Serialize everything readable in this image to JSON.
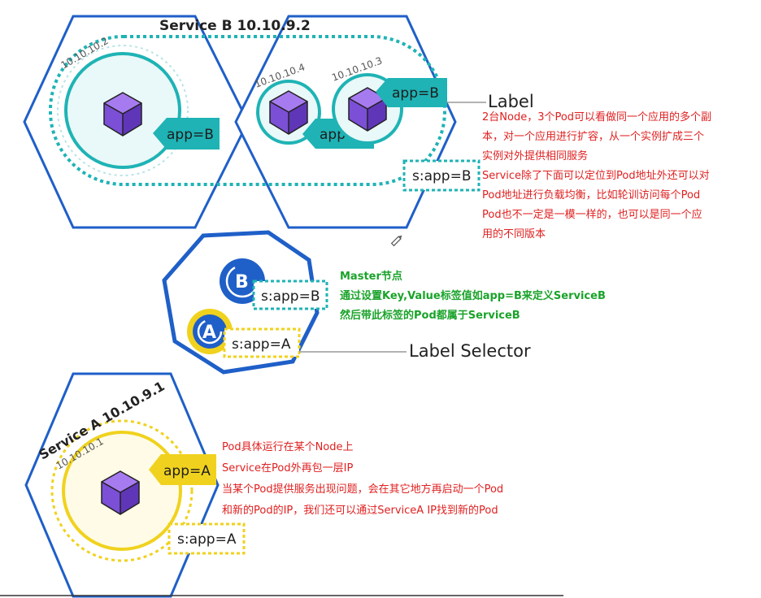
{
  "top": {
    "service_title": "Service B 10.10.9.2",
    "pods": [
      {
        "ip": "10.10.10.2",
        "label": "app=B"
      },
      {
        "ip": "10.10.10.4",
        "label": "app=B"
      },
      {
        "ip": "10.10.10.3",
        "label": "app=B"
      }
    ],
    "service_label": "s:app=B",
    "label_callout": "Label"
  },
  "top_notes": [
    "2台Node，3个Pod可以看做同一个应用的多个副",
    "本，对一个应用进行扩容，从一个实例扩成三个",
    "实例对外提供相同服务",
    "Service除了下面可以定位到Pod地址外还可以对",
    "Pod地址进行负载均衡，比如轮训访问每个Pod",
    "Pod也不一定是一模一样的，也可以是同一个应",
    "用的不同版本"
  ],
  "master": {
    "badge_b": "B",
    "badge_a": "A",
    "selector_b": "s:app=B",
    "selector_a": "s:app=A",
    "selector_callout": "Label Selector"
  },
  "master_notes": [
    "Master节点",
    "通过设置Key,Value标签值如app=B来定义ServiceB",
    "然后带此标签的Pod都属于ServiceB"
  ],
  "bottom": {
    "service_title": "Service A 10.10.9.1",
    "pod_ip": "10.10.10.1",
    "pod_label": "app=A",
    "service_label": "s:app=A"
  },
  "bottom_notes": [
    "Pod具体运行在某个Node上",
    "Service在Pod外再包一层IP",
    "当某个Pod提供服务出现问题，会在其它地方再启动一个Pod",
    "和新的Pod的IP，我们还可以通过ServiceA IP找到新的Pod"
  ],
  "colors": {
    "node_blue": "#1f5fc8",
    "teal": "#1fb3b5",
    "yellow": "#f0d21e",
    "cube_purple": "#7b4fd6",
    "red_text": "#e02020",
    "green_text": "#1aa32a"
  }
}
